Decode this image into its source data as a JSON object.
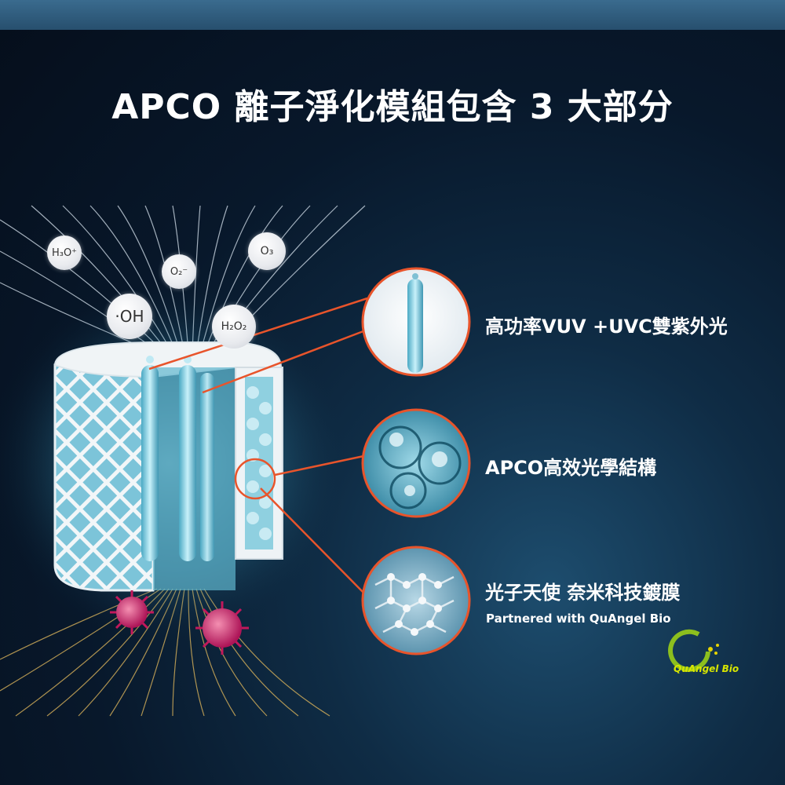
{
  "title": "APCO 離子淨化模組包含 3 大部分",
  "molecules": {
    "h3o": "H₃O⁺",
    "o2": "O₂⁻",
    "o3": "O₃",
    "oh": "·OH",
    "h2o2": "H₂O₂"
  },
  "features": [
    {
      "label": "高功率VUV +UVC雙紫外光",
      "icon": "uv-lamp-icon"
    },
    {
      "label": "APCO高效光學結構",
      "icon": "optical-structure-icon"
    },
    {
      "label": "光子天使 奈米科技鍍膜",
      "icon": "nano-coating-icon"
    }
  ],
  "partner": {
    "text": "Partnered with QuAngel Bio",
    "logo_text": "QuAngel Bio"
  },
  "colors": {
    "accent_line": "#e8542b",
    "filter_glow": "#7fd3e8",
    "virus": "#c2185b",
    "logo": "#9cc400"
  }
}
